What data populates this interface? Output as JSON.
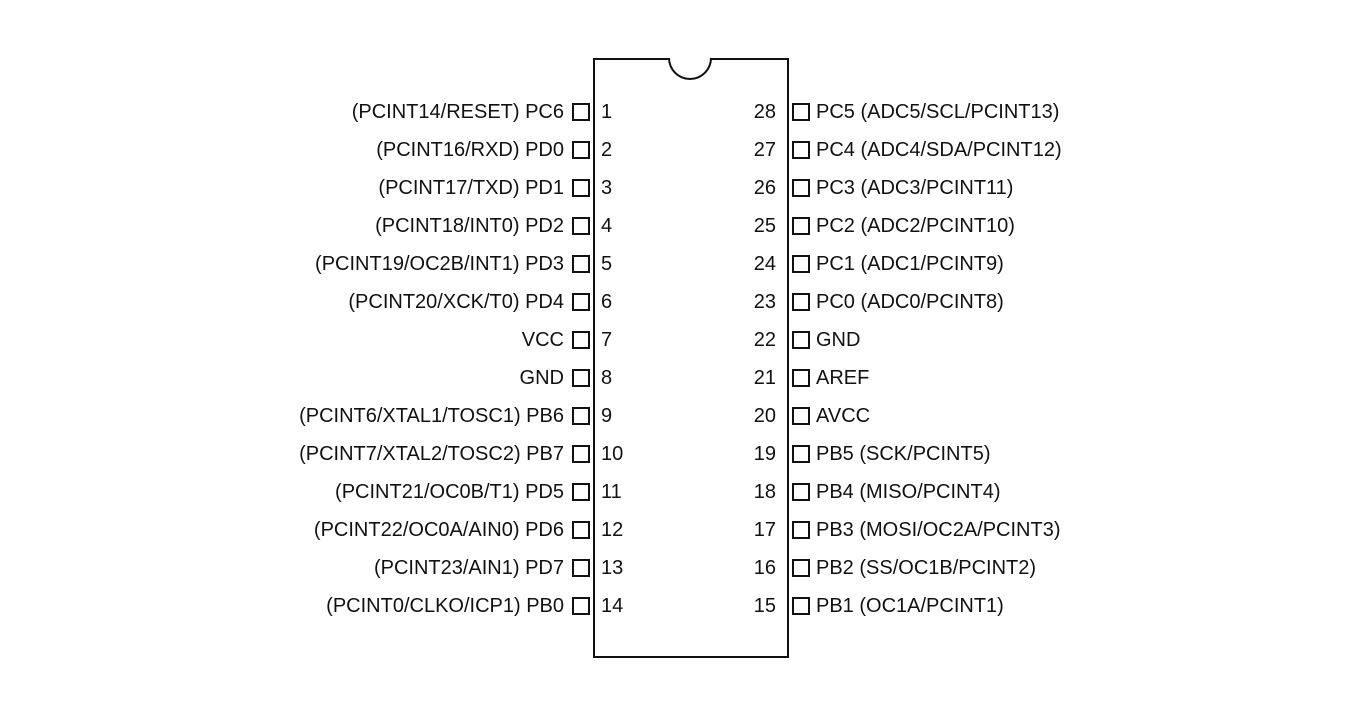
{
  "left_pins": [
    {
      "number": "1",
      "label": "(PCINT14/RESET) PC6"
    },
    {
      "number": "2",
      "label": "(PCINT16/RXD) PD0"
    },
    {
      "number": "3",
      "label": "(PCINT17/TXD) PD1"
    },
    {
      "number": "4",
      "label": "(PCINT18/INT0) PD2"
    },
    {
      "number": "5",
      "label": "(PCINT19/OC2B/INT1) PD3"
    },
    {
      "number": "6",
      "label": "(PCINT20/XCK/T0) PD4"
    },
    {
      "number": "7",
      "label": "VCC"
    },
    {
      "number": "8",
      "label": "GND"
    },
    {
      "number": "9",
      "label": "(PCINT6/XTAL1/TOSC1) PB6"
    },
    {
      "number": "10",
      "label": "(PCINT7/XTAL2/TOSC2) PB7"
    },
    {
      "number": "11",
      "label": "(PCINT21/OC0B/T1) PD5"
    },
    {
      "number": "12",
      "label": "(PCINT22/OC0A/AIN0) PD6"
    },
    {
      "number": "13",
      "label": "(PCINT23/AIN1) PD7"
    },
    {
      "number": "14",
      "label": "(PCINT0/CLKO/ICP1) PB0"
    }
  ],
  "right_pins": [
    {
      "number": "28",
      "label": "PC5 (ADC5/SCL/PCINT13)"
    },
    {
      "number": "27",
      "label": "PC4 (ADC4/SDA/PCINT12)"
    },
    {
      "number": "26",
      "label": "PC3 (ADC3/PCINT11)"
    },
    {
      "number": "25",
      "label": "PC2 (ADC2/PCINT10)"
    },
    {
      "number": "24",
      "label": "PC1 (ADC1/PCINT9)"
    },
    {
      "number": "23",
      "label": "PC0 (ADC0/PCINT8)"
    },
    {
      "number": "22",
      "label": "GND"
    },
    {
      "number": "21",
      "label": "AREF"
    },
    {
      "number": "20",
      "label": "AVCC"
    },
    {
      "number": "19",
      "label": "PB5 (SCK/PCINT5)"
    },
    {
      "number": "18",
      "label": "PB4 (MISO/PCINT4)"
    },
    {
      "number": "17",
      "label": "PB3 (MOSI/OC2A/PCINT3)"
    },
    {
      "number": "16",
      "label": "PB2 (SS/OC1B/PCINT2)"
    },
    {
      "number": "15",
      "label": "PB1 (OC1A/PCINT1)"
    }
  ],
  "style": {
    "line_color": "#111111",
    "background_color": "#ffffff"
  }
}
